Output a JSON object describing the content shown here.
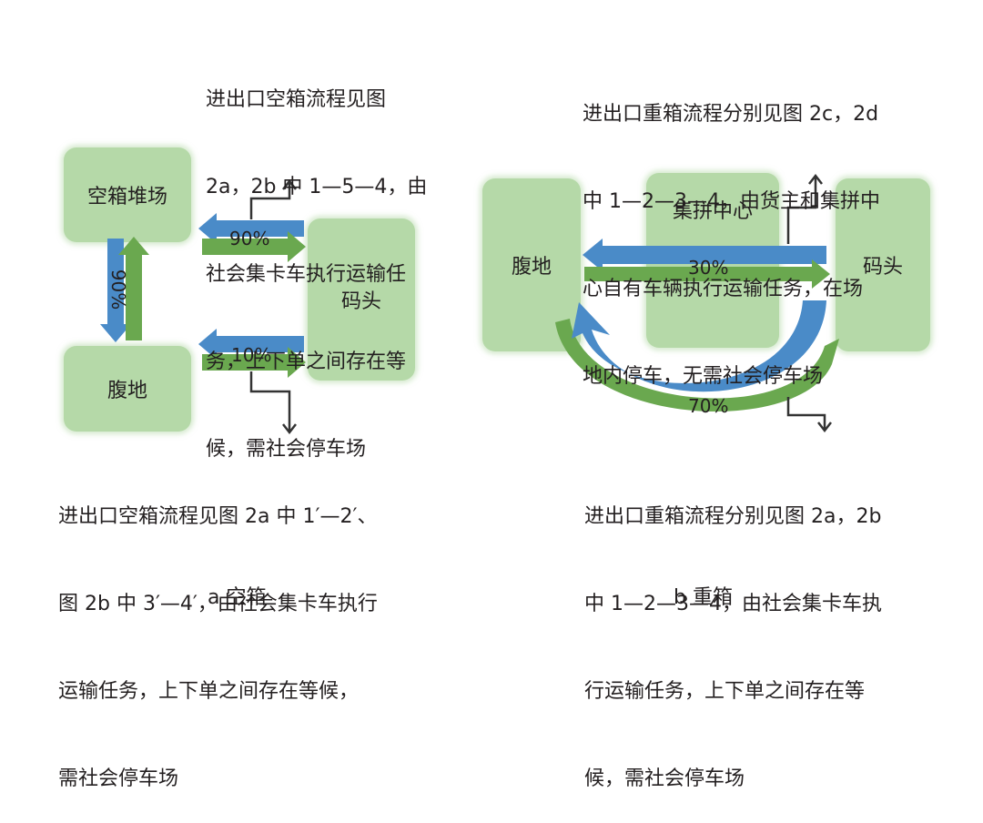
{
  "panel_a": {
    "caption": "a 空箱",
    "nodes": {
      "empty_yard": "空箱堆场",
      "hinterland": "腹地",
      "terminal": "码头"
    },
    "flows": {
      "yard_terminal_pct": "90%",
      "yard_hinterland_pct": "90%",
      "hinterland_terminal_pct": "10%"
    },
    "note_top": [
      "进出口空箱流程见图",
      "2a，2b 中 1—5—4，由",
      "社会集卡车执行运输任",
      "务，上下单之间存在等",
      "候，需社会停车场"
    ],
    "note_bottom": [
      "进出口空箱流程见图 2a 中 1′—2′、",
      "图 2b 中 3′—4′，由社会集卡车执行",
      "运输任务，上下单之间存在等候，",
      "需社会停车场"
    ]
  },
  "panel_b": {
    "caption": "b 重箱",
    "nodes": {
      "hinterland": "腹地",
      "consolidation_center": "集拼中心",
      "terminal": "码头"
    },
    "flows": {
      "direct_pct": "30%",
      "via_center_pct": "70%"
    },
    "note_top": [
      "进出口重箱流程分别见图 2c，2d",
      "中 1—2—3—4，由货主和集拼中",
      "心自有车辆执行运输任务，在场",
      "地内停车，无需社会停车场"
    ],
    "note_bottom": [
      "进出口重箱流程分别见图 2a，2b",
      "中 1—2—3—4，由社会集卡车执",
      "行运输任务，上下单之间存在等",
      "候，需社会停车场"
    ]
  },
  "colors": {
    "node_fill": "#b5d9a8",
    "import_arrow": "#4a8bc8",
    "export_arrow": "#6aa84f",
    "text": "#231f20"
  }
}
